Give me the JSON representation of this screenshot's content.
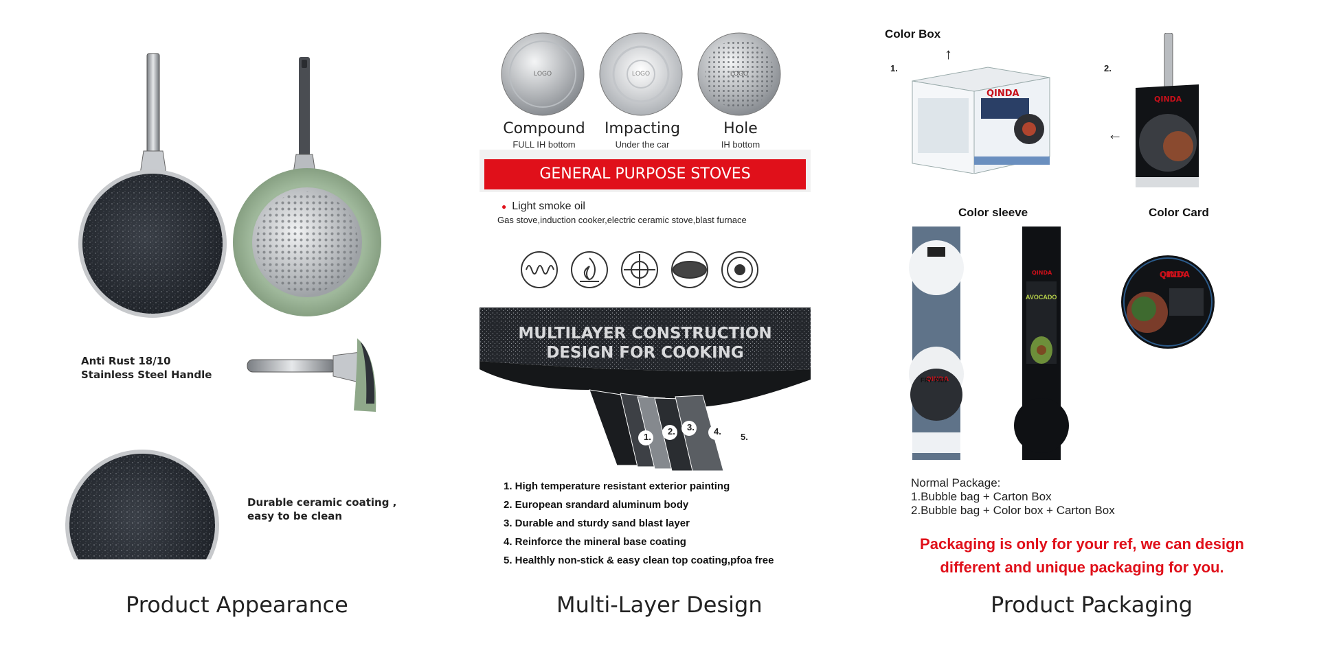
{
  "appearance": {
    "title": "Product Appearance",
    "handle_label": [
      "Anti Rust 18/10",
      "Stainless Steel Handle"
    ],
    "coating_label": [
      "Durable ceramic coating ,",
      "easy to be clean"
    ]
  },
  "multilayer": {
    "title": "Multi-Layer Design",
    "discs": [
      {
        "label": "Compound",
        "sub": "FULL IH bottom",
        "logo": "LOGO"
      },
      {
        "label": "Impacting",
        "sub": "Under the car",
        "logo": "LOGO"
      },
      {
        "label": "Hole",
        "sub": "IH bottom",
        "logo": "LOGO"
      }
    ],
    "stoves_banner": "GENERAL PURPOSE STOVES",
    "bullet": "Light smoke oil",
    "stoves_line": "Gas stove,induction cooker,electric ceramic stove,blast furnace",
    "stove_icons": [
      "induction-coil-icon",
      "flame-icon",
      "gas-burner-icon",
      "ceramic-plate-icon",
      "blast-furnace-icon"
    ],
    "construction_title": [
      "MULTILAYER CONSTRUCTION",
      "DESIGN FOR COOKING"
    ],
    "layer_numbers": [
      "1.",
      "2.",
      "3.",
      "4.",
      "5."
    ],
    "layers": [
      "1. High temperature resistant exterior painting",
      "2. European srandard aluminum body",
      "3. Durable and sturdy sand blast layer",
      "4. Reinforce the mineral base coating",
      "5. Healthly non-stick & easy clean top coating,pfoa free"
    ]
  },
  "packaging": {
    "title": "Product Packaging",
    "color_box": "Color Box",
    "num1": "1.",
    "num2": "2.",
    "color_sleeve": "Color sleeve",
    "color_card": "Color Card",
    "brand": "QINDA",
    "sleeve2_text": "AVOCADO",
    "sleeve1_text": "FRY PAN",
    "normal_package": "Normal Package:",
    "option1": "1.Bubble bag + Carton Box",
    "option2": "2.Bubble bag + Color box + Carton Box",
    "note": [
      "Packaging is only for your ref, we can design",
      "different and unique packaging for you."
    ]
  },
  "colors": {
    "red": "#e0101a",
    "granite": "#2b2f35",
    "sage": "#8fa88a",
    "steel": "#b8bcc0"
  }
}
